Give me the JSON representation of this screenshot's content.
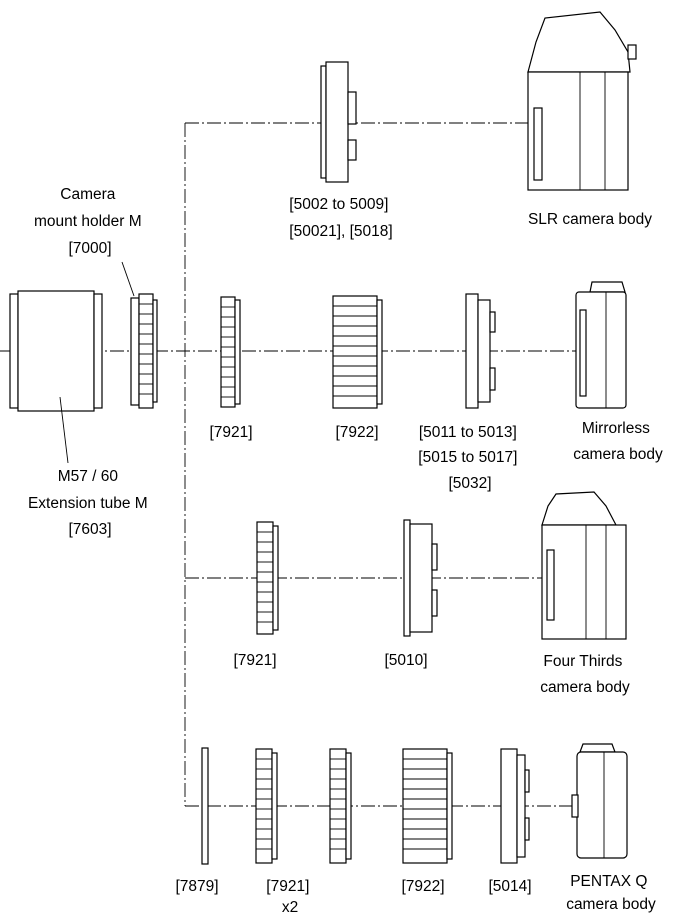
{
  "labels": {
    "mount_holder": [
      "Camera",
      "mount holder M",
      "[7000]"
    ],
    "extension_tube": [
      "M57 / 60",
      "Extension tube M",
      "[7603]"
    ],
    "slr_adapter": [
      "[5002 to 5009]",
      "[50021],  [5018]"
    ],
    "slr_body": "SLR camera body",
    "mirrorless_7921": "[7921]",
    "mirrorless_7922": "[7922]",
    "mirrorless_adapter": [
      "[5011 to 5013]",
      "[5015 to 5017]",
      "[5032]"
    ],
    "mirrorless_body": [
      "Mirrorless",
      "camera body"
    ],
    "fourthirds_7921": "[7921]",
    "fourthirds_adapter": "[5010]",
    "fourthirds_body": [
      "Four Thirds",
      "camera body"
    ],
    "q_7879": "[7879]",
    "q_7921": [
      "[7921]",
      "x2"
    ],
    "q_7922": "[7922]",
    "q_adapter": "[5014]",
    "q_body": [
      "PENTAX Q",
      "camera body"
    ]
  }
}
